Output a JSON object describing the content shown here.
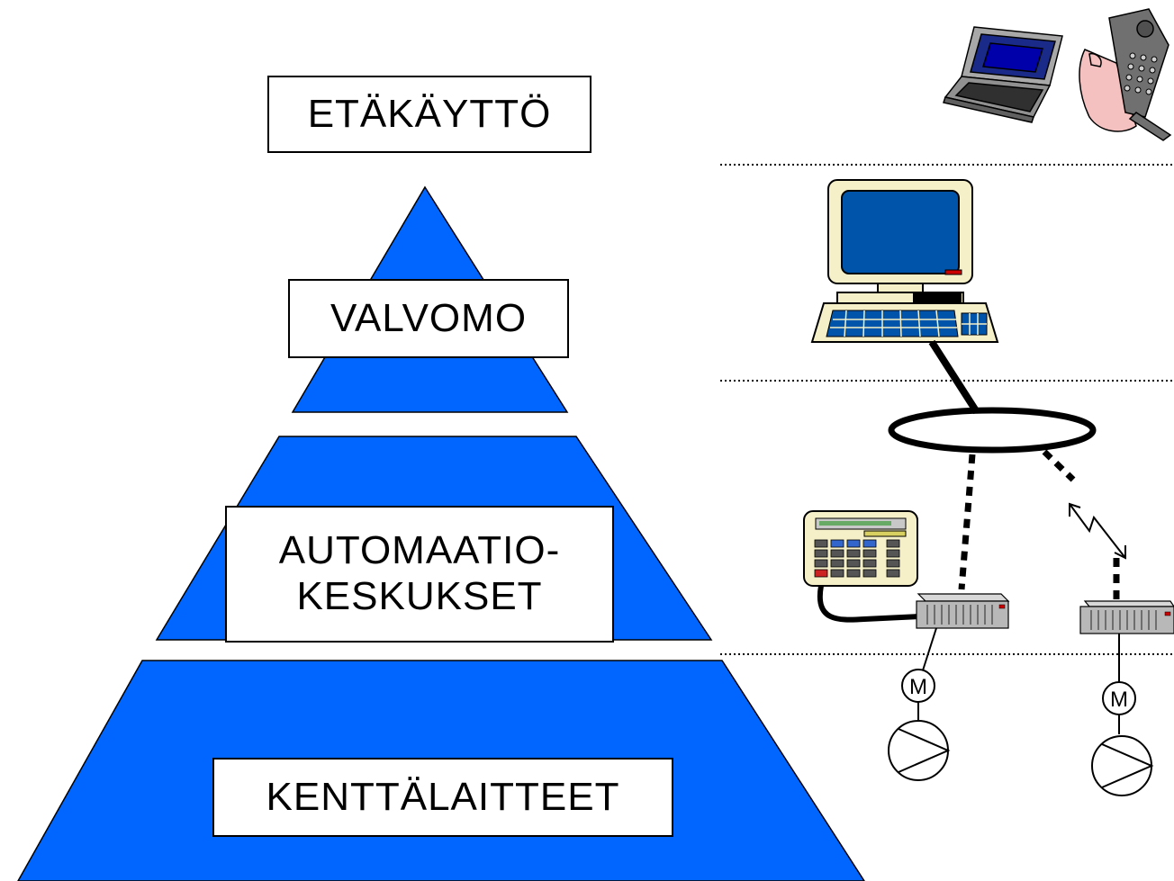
{
  "colors": {
    "pyramid_fill": "#0066ff",
    "outline": "#000000",
    "screen_blue": "#0055aa",
    "device_beige": "#f5f0c8",
    "rack_gray": "#b8b8b8",
    "hand_pink": "#f4c0c0"
  },
  "levels": {
    "remote": "ETÄKÄYTTÖ",
    "control_room": "VALVOMO",
    "automation_line1": "AUTOMAATIO-",
    "automation_line2": "KESKUKSET",
    "field": "KENTTÄLAITTEET"
  },
  "motor_label": "M",
  "icons": {
    "remote_laptop": "laptop-icon",
    "remote_phone": "mobile-phone-icon",
    "workstation": "computer-workstation-icon",
    "network": "network-ring-icon",
    "radio_link": "radio-link-icon",
    "operator_panel": "operator-panel-icon",
    "substation": "automation-rack-icon",
    "motor": "motor-icon",
    "pump": "pump-icon"
  }
}
